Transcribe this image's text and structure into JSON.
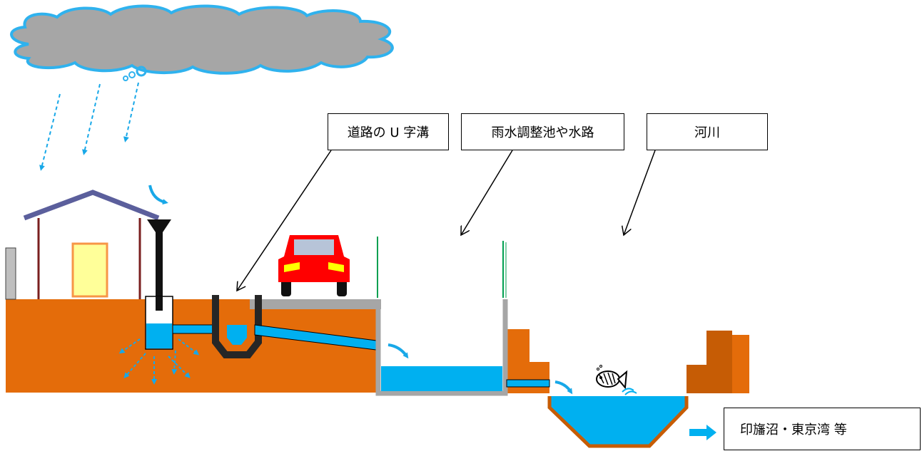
{
  "labels": {
    "u_ditch": "道路の U 字溝",
    "detention_pond": "雨水調整池や水路",
    "river": "河川",
    "destination": "印旛沼・東京湾 等"
  },
  "colors": {
    "soil": "#E46C0A",
    "soil_dark": "#C65C05",
    "water": "#00B0F0",
    "water_arrow": "#18A8E8",
    "cloud": "#A6A6A6",
    "cloud_outline": "#2FB2EE",
    "roof": "#5B5F9C",
    "pillar": "#7A1F1F",
    "door": "#FFFF99",
    "door_frame": "#F79646",
    "car": "#FF0000",
    "headlight": "#FFFF00",
    "concrete": "#A6A6A6",
    "grass": "#00A050",
    "ditch": "#262626"
  },
  "icons": [
    "cloud-icon",
    "rain-arrow-icon",
    "house-icon",
    "downspout-icon",
    "car-icon",
    "fish-icon",
    "flow-arrow-icon"
  ]
}
